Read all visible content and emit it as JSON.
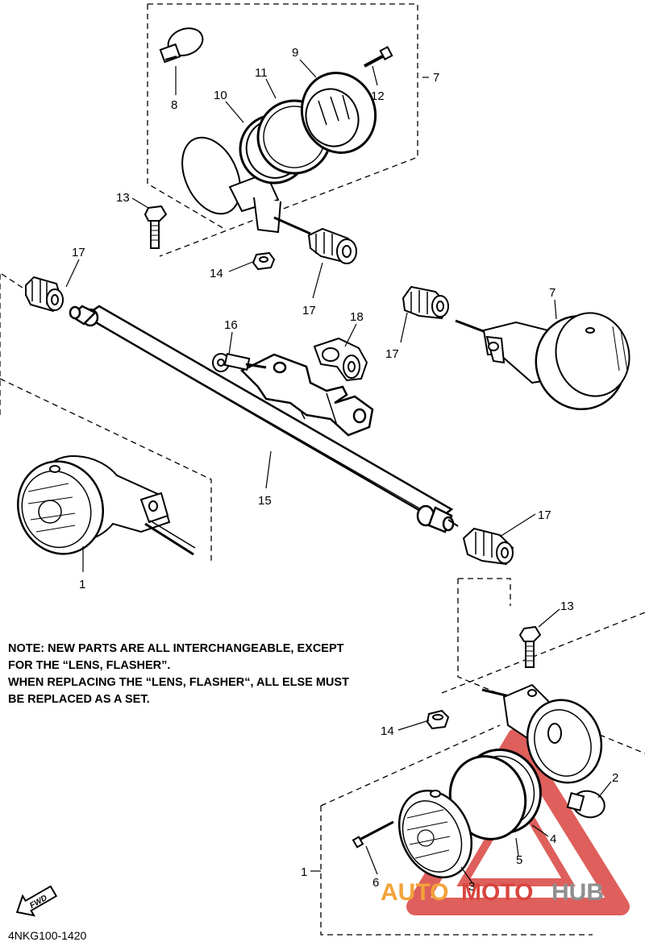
{
  "callouts": {
    "c1_left": "1",
    "c1_bottom": "1",
    "c2": "2",
    "c3": "3",
    "c4": "4",
    "c5": "5",
    "c6": "6",
    "c7_top": "7",
    "c7_right": "7",
    "c8": "8",
    "c9": "9",
    "c10": "10",
    "c11": "11",
    "c12": "12",
    "c13_top": "13",
    "c13_bottom": "13",
    "c14_top": "14",
    "c14_bottom": "14",
    "c15": "15",
    "c16": "16",
    "c17_a": "17",
    "c17_b": "17",
    "c17_c": "17",
    "c17_d": "17",
    "c18": "18"
  },
  "note": {
    "line1": "NOTE: NEW PARTS ARE ALL INTERCHANGEABLE, EXCEPT",
    "line2": "FOR THE “LENS, FLASHER”.",
    "line3": "WHEN REPLACING THE “LENS, FLASHER“, ALL ELSE MUST",
    "line4": "BE REPLACED AS A SET."
  },
  "fwd_label": "FWD",
  "diagram_code": "4NKG100-1420",
  "watermark": {
    "part1": "AUTO",
    "part2": "MOTO",
    "part3": "HUB",
    "color_red": "#d9443f",
    "color_orange": "#f2a33a",
    "color_gray": "#8f8f8f"
  }
}
